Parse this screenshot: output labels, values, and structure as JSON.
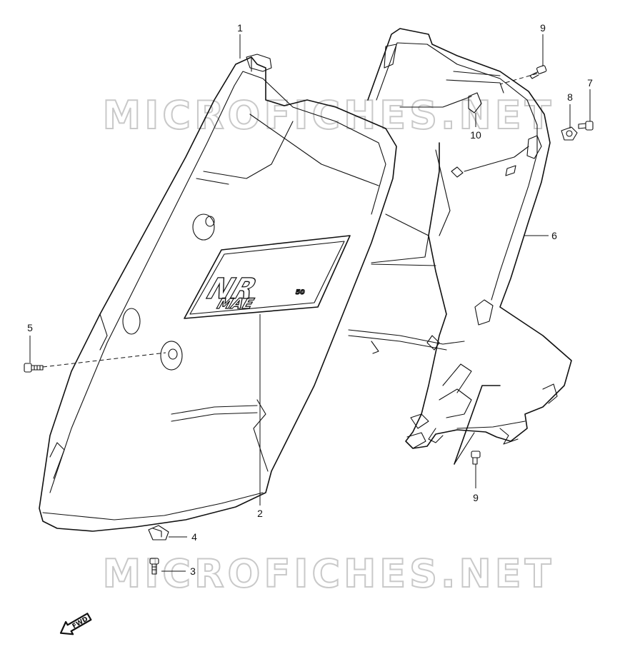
{
  "watermark": {
    "text": "MICROFICHES.NET"
  },
  "emblem": {
    "main": "NR",
    "sub": "MAE",
    "small": "50"
  },
  "fwd_label": "FWD",
  "callouts": {
    "c1": "1",
    "c2": "2",
    "c3": "3",
    "c4": "4",
    "c5": "5",
    "c6": "6",
    "c7": "7",
    "c8": "8",
    "c9a": "9",
    "c9b": "9",
    "c10": "10"
  }
}
